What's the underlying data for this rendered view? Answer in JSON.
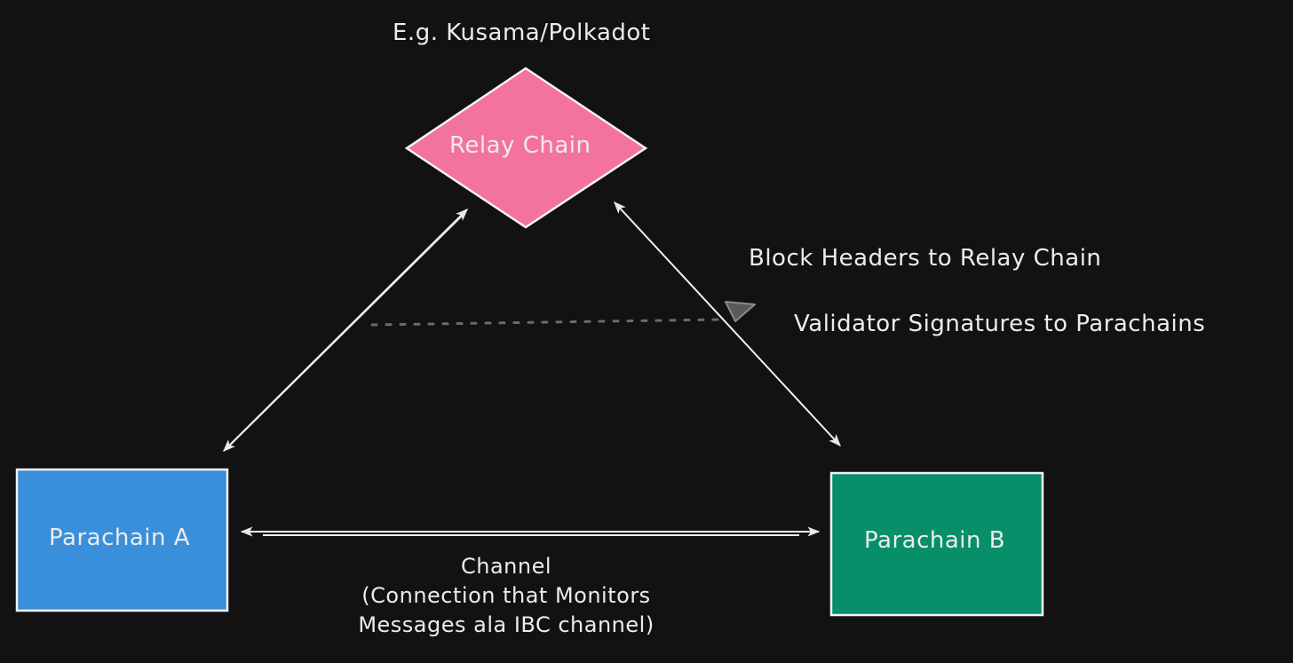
{
  "diagram": {
    "top_caption": "E.g. Kusama/Polkadot",
    "nodes": {
      "relay": {
        "label": "Relay Chain",
        "shape": "diamond",
        "fill": "#f472a0"
      },
      "parachain_a": {
        "label": "Parachain A",
        "shape": "rectangle",
        "fill": "#3a8fdb"
      },
      "parachain_b": {
        "label": "Parachain B",
        "shape": "rectangle",
        "fill": "#068f68"
      }
    },
    "edges": [
      {
        "from": "parachain_a",
        "to": "relay",
        "bidirectional": true
      },
      {
        "from": "parachain_b",
        "to": "relay",
        "bidirectional": true
      },
      {
        "from": "parachain_a",
        "to": "parachain_b",
        "bidirectional": true,
        "style": "double-line"
      }
    ],
    "annotations": {
      "block_headers": "Block Headers to Relay Chain",
      "validator_signatures": "Validator Signatures to Parachains",
      "channel_title": "Channel",
      "channel_desc_line1": "(Connection that Monitors",
      "channel_desc_line2": "Messages ala IBC channel)"
    },
    "colors": {
      "background": "#121212",
      "stroke": "#f0f0f0",
      "dotted_line": "#6b6b6b"
    }
  }
}
